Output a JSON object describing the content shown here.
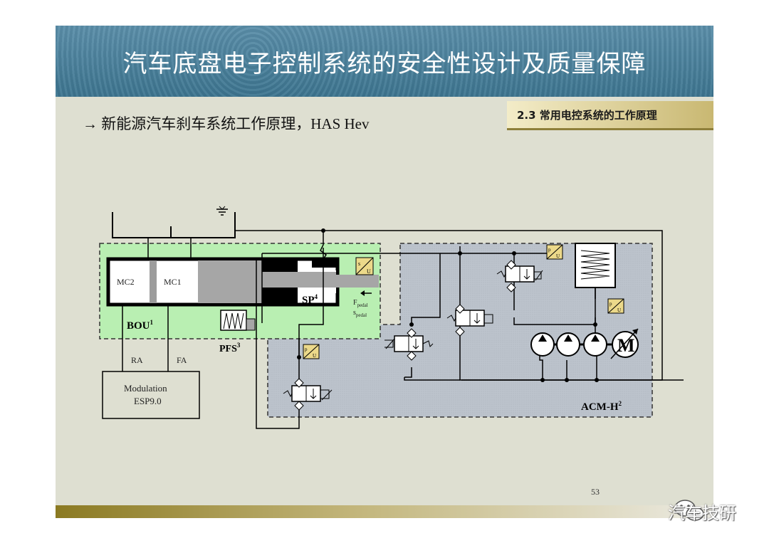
{
  "slide": {
    "title": "汽车底盘电子控制系统的安全性设计及质量保障",
    "section_tag": "2.3 常用电控系统的工作原理",
    "subtitle": "→ 新能源汽车刹车系统工作原理，HAS Hev",
    "page_number": "53"
  },
  "diagram": {
    "mc2_label": "MC2",
    "mc1_label": "MC1",
    "sp_label": "SP",
    "sp_sup": "4",
    "bou_label": "BOU",
    "bou_sup": "1",
    "pfs_label": "PFS",
    "pfs_sup": "3",
    "acm_label": "ACM-H",
    "acm_sup": "2",
    "f_pedal": "F",
    "f_pedal_sub": "pedal",
    "s_pedal": "s",
    "s_pedal_sub": "pedal",
    "ra_label": "RA",
    "fa_label": "FA",
    "modulation_line1": "Modulation",
    "modulation_line2": "ESP9.0",
    "motor_label": "M",
    "sensor_p": "p",
    "sensor_u": "U",
    "sensor_s": "s"
  },
  "watermark": {
    "text": "汽车技研",
    "icon": "wechat-icon"
  },
  "colors": {
    "title_bar": "#3f7894",
    "slide_bg": "#dedfd1",
    "bou_fill": "#b8f0b0",
    "acm_fill": "#bcc3cc",
    "sensor_fill": "#ecd98a"
  }
}
